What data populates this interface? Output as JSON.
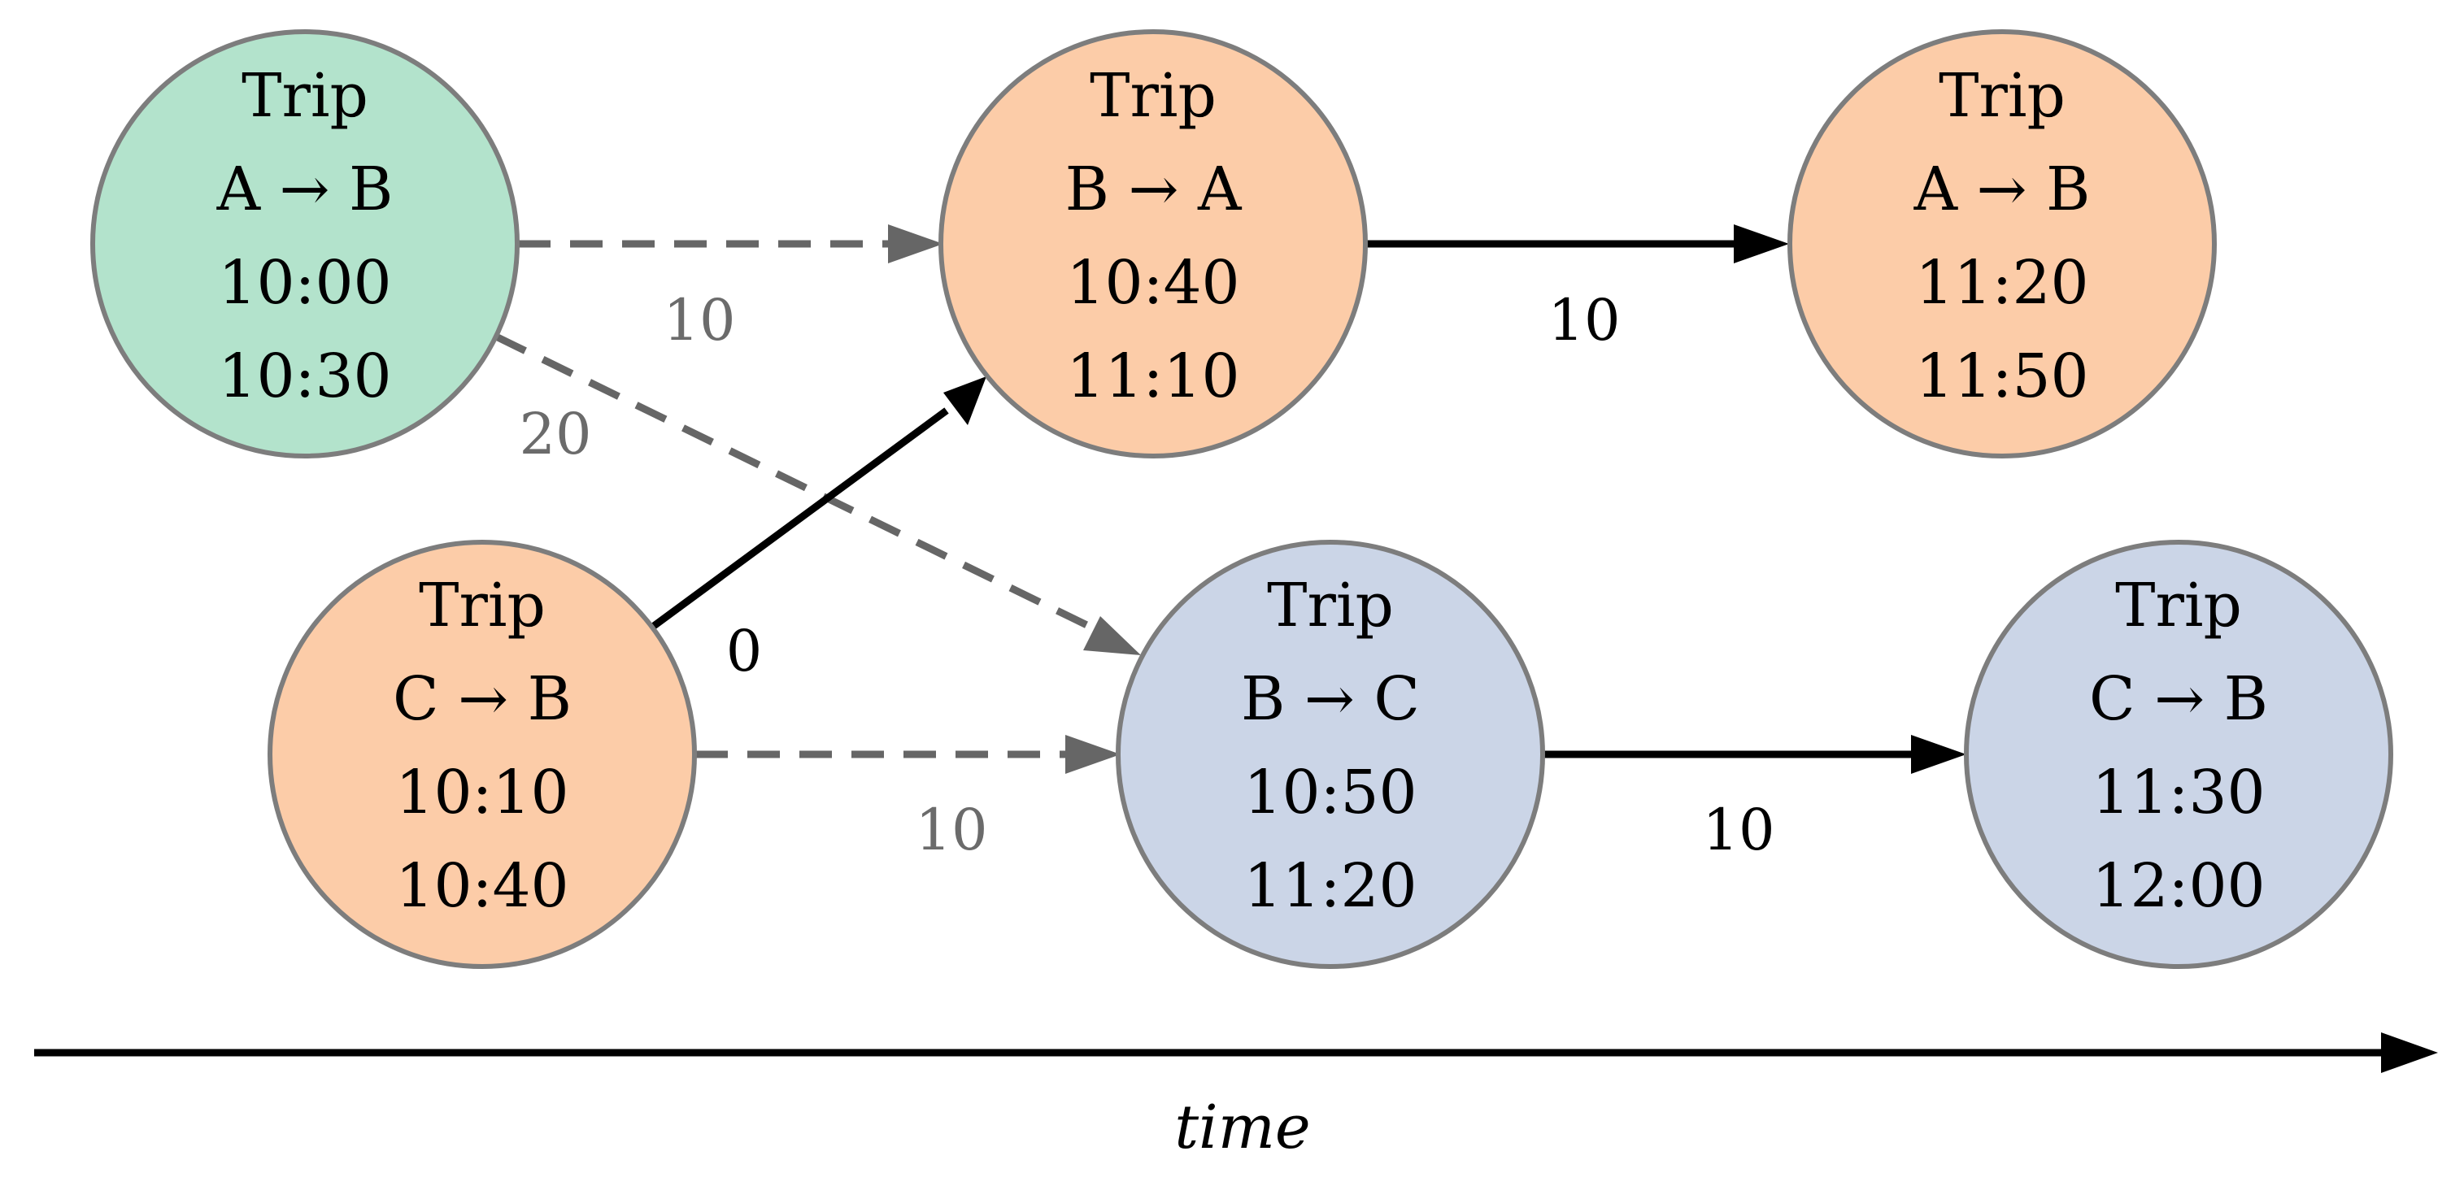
{
  "colors": {
    "green_fill": "#b3e3cc",
    "orange_fill": "#fccca8",
    "blue_fill": "#cbd5e7",
    "node_stroke": "#7d7d7d",
    "solid_edge": "#000000",
    "dashed_edge": "#666666"
  },
  "nodes": [
    {
      "id": "trip1",
      "title": "Trip",
      "route": "A → B",
      "start": "10:00",
      "end": "10:30",
      "color": "#b3e3cc"
    },
    {
      "id": "trip2",
      "title": "Trip",
      "route": "B → A",
      "start": "10:40",
      "end": "11:10",
      "color": "#fccca8"
    },
    {
      "id": "trip3",
      "title": "Trip",
      "route": "A → B",
      "start": "11:20",
      "end": "11:50",
      "color": "#fccca8"
    },
    {
      "id": "trip4",
      "title": "Trip",
      "route": "C → B",
      "start": "10:10",
      "end": "10:40",
      "color": "#fccca8"
    },
    {
      "id": "trip5",
      "title": "Trip",
      "route": "B → C",
      "start": "10:50",
      "end": "11:20",
      "color": "#cbd5e7"
    },
    {
      "id": "trip6",
      "title": "Trip",
      "route": "C → B",
      "start": "11:30",
      "end": "12:00",
      "color": "#cbd5e7"
    }
  ],
  "edges": [
    {
      "from": "trip1",
      "to": "trip2",
      "label": "10",
      "style": "dashed"
    },
    {
      "from": "trip1",
      "to": "trip5",
      "label": "20",
      "style": "dashed"
    },
    {
      "from": "trip2",
      "to": "trip3",
      "label": "10",
      "style": "solid"
    },
    {
      "from": "trip4",
      "to": "trip2",
      "label": "0",
      "style": "solid"
    },
    {
      "from": "trip4",
      "to": "trip5",
      "label": "10",
      "style": "dashed"
    },
    {
      "from": "trip5",
      "to": "trip6",
      "label": "10",
      "style": "solid"
    }
  ],
  "axis": {
    "label": "time"
  }
}
